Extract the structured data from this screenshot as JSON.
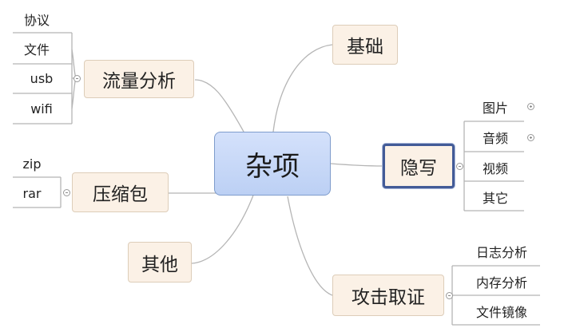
{
  "center": "杂项",
  "branches": {
    "basics": "基础",
    "traffic_analysis": "流量分析",
    "compressed": "压缩包",
    "other": "其他",
    "steganography": "隐写",
    "forensics": "攻击取证"
  },
  "traffic_items": [
    "协议",
    "文件",
    "usb",
    "wifi"
  ],
  "compressed_items": [
    "zip",
    "rar"
  ],
  "stego_items": [
    "图片",
    "音频",
    "视频",
    "其它"
  ],
  "forensics_items": [
    "日志分析",
    "内存分析",
    "文件镜像"
  ],
  "colors": {
    "center_fill": "#c7d7f7",
    "center_border": "#7e9ccc",
    "branch_fill": "#fbf1e6",
    "selected_border": "#435b97",
    "line": "#b5b5b5"
  },
  "icons": {
    "collapse": "circle-minus-icon",
    "expand": "circle-plus-icon"
  }
}
